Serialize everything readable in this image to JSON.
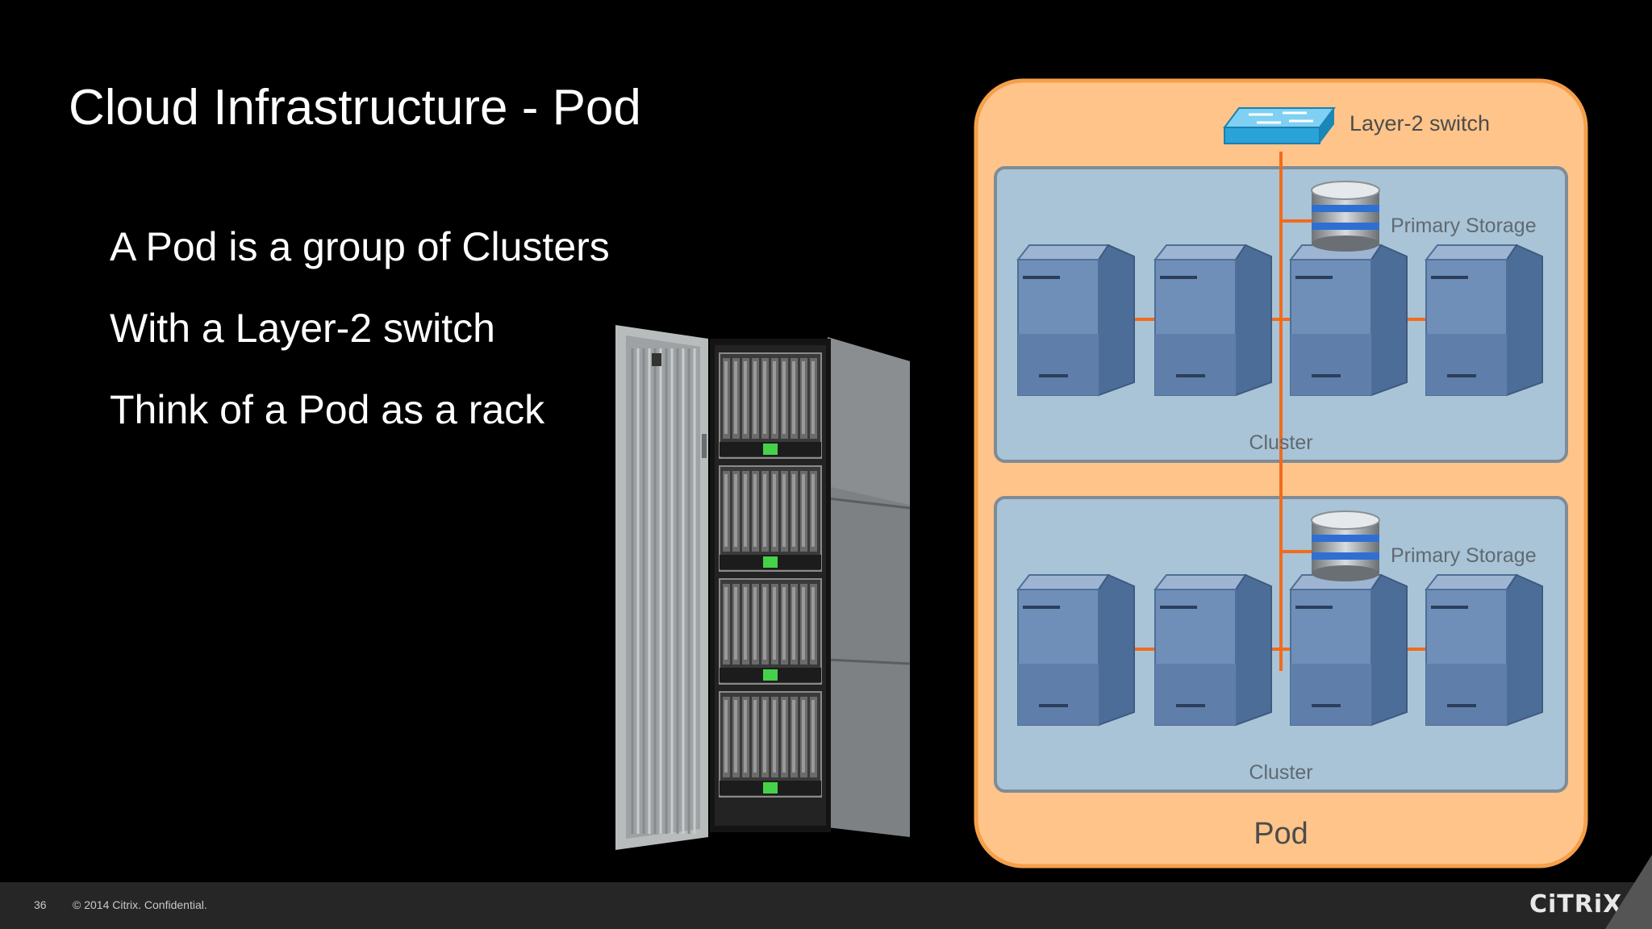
{
  "slide": {
    "title": "Cloud Infrastructure - Pod",
    "bullets": [
      "A Pod is a group of Clusters",
      "With a Layer-2 switch",
      "Think of a Pod as a rack"
    ]
  },
  "diagram": {
    "switch_label": "Layer-2 switch",
    "pod_label": "Pod",
    "clusters": [
      {
        "label": "Cluster",
        "storage_label": "Primary Storage",
        "server_count": 4
      },
      {
        "label": "Cluster",
        "storage_label": "Primary Storage",
        "server_count": 4
      }
    ],
    "colors": {
      "pod_fill": "#ffc48a",
      "pod_border": "#f5a04a",
      "cluster_fill": "#a9c4d6",
      "link": "#f26b1d",
      "server": "#6f8eb8",
      "switch": "#2aa3d8"
    }
  },
  "footer": {
    "page_number": "36",
    "copyright": "© 2014 Citrix. Confidential.",
    "logo_text": "CiTRiX"
  }
}
